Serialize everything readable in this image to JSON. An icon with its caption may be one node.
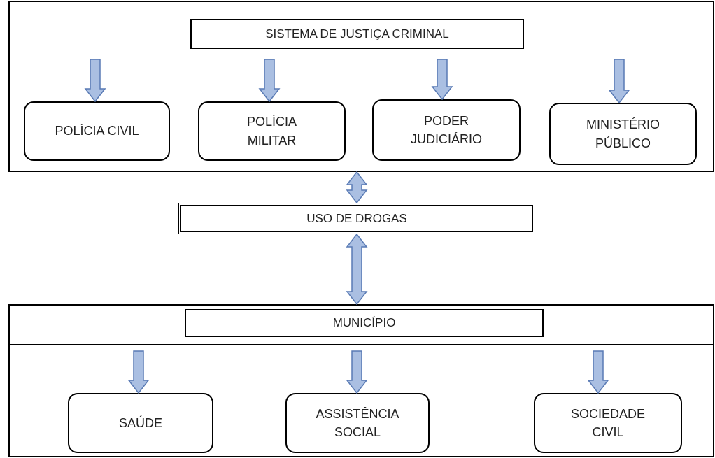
{
  "diagram": {
    "nodes": [
      {
        "text": [],
        "shape": "box"
      },
      {
        "text": [
          "SISTEMA DE JUSTIÇA CRIMINAL"
        ],
        "in": 0
      },
      {
        "text": [
          "POLÍCIA CIVIL"
        ],
        "in": 0
      },
      {
        "text": [
          "POLÍCIA MILITAR"
        ],
        "in": 0
      },
      {
        "text": [
          "PODER JUDICIÁRIO"
        ],
        "in": 0
      },
      {
        "text": [
          "MINISTÉRIO PÚBLICO"
        ],
        "in": 0
      },
      {
        "text": [
          "USO DE DROGAS"
        ]
      },
      {
        "text": [],
        "shape": "box"
      },
      {
        "text": [
          "MUNICÍPIO"
        ],
        "in": 7
      },
      {
        "text": [
          "SAÚDE"
        ],
        "in": 7
      },
      {
        "text": [
          "ASSISTÊNCIA SOCIAL"
        ],
        "in": 7
      },
      {
        "text": [
          "SOCIEDADE CIVIL"
        ],
        "in": 7
      }
    ],
    "edges": [
      {
        "from": null,
        "to": 2,
        "arrow": "to"
      },
      {
        "from": null,
        "to": 3,
        "arrow": "to"
      },
      {
        "from": null,
        "to": 4,
        "arrow": "to"
      },
      {
        "from": null,
        "to": 5,
        "arrow": "to"
      },
      {
        "from": 0,
        "to": 6,
        "arrow": "both"
      },
      {
        "from": 6,
        "to": 7,
        "arrow": "both"
      },
      {
        "from": null,
        "to": 9,
        "arrow": "to"
      },
      {
        "from": null,
        "to": 10,
        "arrow": "to"
      },
      {
        "from": null,
        "to": 11,
        "arrow": "to"
      }
    ]
  }
}
